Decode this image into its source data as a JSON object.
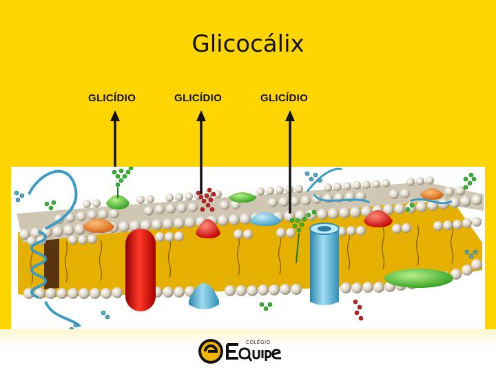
{
  "slide": {
    "title": "Glicocálix",
    "labels": [
      "GLICÍDIO",
      "GLICÍDIO",
      "GLICÍDIO"
    ]
  },
  "logo": {
    "small_text": "COLÉGIO",
    "brand_colors": {
      "mark": "#f2b400",
      "ink": "#111111"
    }
  },
  "colors": {
    "background": "#ffd500",
    "head": "#ddd6c6",
    "tail": "#e2a800",
    "protein_red": "#d61414",
    "protein_blue": "#4fb0d8",
    "protein_green": "#3fbf2a",
    "protein_orange": "#e87c1b",
    "sugar_green": "#34b531",
    "sugar_red": "#c02222",
    "sugar_blue": "#4aa7c6"
  }
}
